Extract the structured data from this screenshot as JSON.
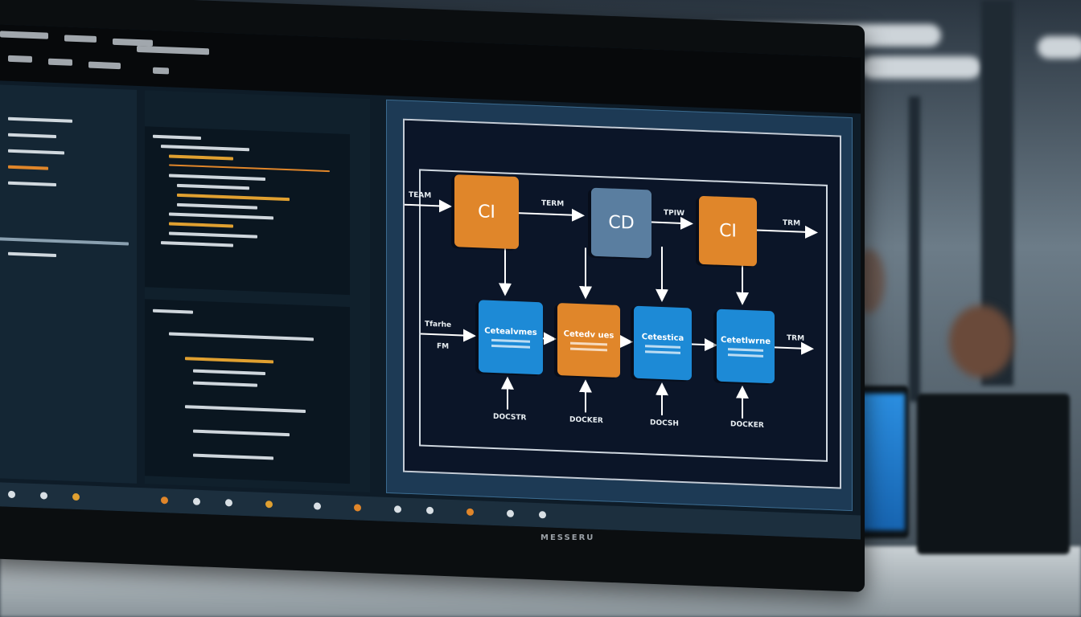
{
  "monitor": {
    "brand": "MESSERU"
  },
  "diagram": {
    "top_boxes": [
      {
        "label": "CI",
        "color": "#e0862a"
      },
      {
        "label": "CD",
        "color": "#5a7ea0"
      },
      {
        "label": "CI",
        "color": "#e0862a"
      }
    ],
    "bottom_boxes": [
      {
        "label": "Cetealvmes",
        "color": "#1d8ad6"
      },
      {
        "label": "Cetedv ues",
        "color": "#e0862a"
      },
      {
        "label": "Cetestica",
        "color": "#1d8ad6"
      },
      {
        "label": "Cetetlwrne",
        "color": "#1d8ad6"
      }
    ],
    "top_labels": [
      "TEAM",
      "TERM",
      "TPIW",
      "TRM"
    ],
    "side_labels": [
      "Tfarhe",
      "FM",
      "TRM"
    ],
    "bottom_labels": [
      "DOCSTR",
      "DOCKER",
      "DOCSH",
      "DOCKER"
    ]
  }
}
